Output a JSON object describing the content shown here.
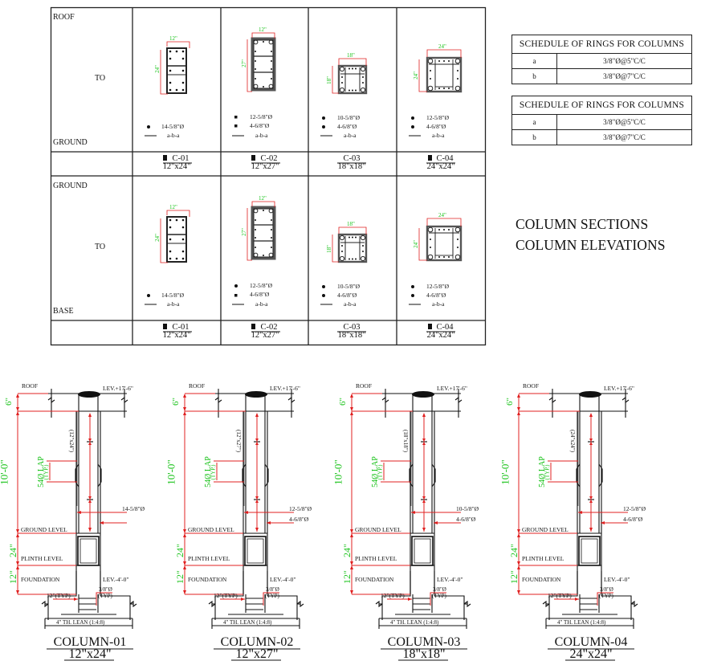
{
  "section_table": {
    "rows": [
      {
        "from": "ROOF",
        "to_label": "TO",
        "to": "GROUND",
        "columns": [
          {
            "id": "C-01",
            "size": "12\"x24\"",
            "width_dim": "12\"",
            "height_dim": "24\"",
            "legend": [
              "14-5/8\"Ø",
              "a-b-a"
            ]
          },
          {
            "id": "C-02",
            "size": "12\"x27\"",
            "width_dim": "12\"",
            "height_dim": "27\"",
            "legend": [
              "12-5/8\"Ø",
              "4-6/8\"Ø",
              "a-b-a"
            ]
          },
          {
            "id": "C-03",
            "size": "18\"x18\"",
            "width_dim": "18\"",
            "height_dim": "18\"",
            "legend": [
              "10-5/8\"Ø",
              "4-6/8\"Ø",
              "a-b-a"
            ]
          },
          {
            "id": "C-04",
            "size": "24\"x24\"",
            "width_dim": "24\"",
            "height_dim": "24\"",
            "legend": [
              "12-5/8\"Ø",
              "4-6/8\"Ø",
              "a-b-a"
            ]
          }
        ]
      },
      {
        "from": "GROUND",
        "to_label": "TO",
        "to": "BASE",
        "columns": [
          {
            "id": "C-01",
            "size": "12\"x24\"",
            "width_dim": "12\"",
            "height_dim": "24\"",
            "legend": [
              "14-5/8\"Ø",
              "a-b-a"
            ]
          },
          {
            "id": "C-02",
            "size": "12\"x27\"",
            "width_dim": "12\"",
            "height_dim": "27\"",
            "legend": [
              "12-5/8\"Ø",
              "4-6/8\"Ø",
              "a-b-a"
            ]
          },
          {
            "id": "C-03",
            "size": "18\"x18\"",
            "width_dim": "18\"",
            "height_dim": "18\"",
            "legend": [
              "10-5/8\"Ø",
              "4-6/8\"Ø",
              "a-b-a"
            ]
          },
          {
            "id": "C-04",
            "size": "24\"x24\"",
            "width_dim": "24\"",
            "height_dim": "24\"",
            "legend": [
              "12-5/8\"Ø",
              "4-6/8\"Ø",
              "a-b-a"
            ]
          }
        ]
      }
    ]
  },
  "schedules": [
    {
      "title": "SCHEDULE OF RINGS FOR COLUMNS",
      "rows": [
        {
          "key": "a",
          "value": "3/8\"Ø@5\"C/C"
        },
        {
          "key": "b",
          "value": "3/8\"Ø@7\"C/C"
        }
      ]
    },
    {
      "title": "SCHEDULE OF RINGS FOR COLUMNS",
      "rows": [
        {
          "key": "a",
          "value": "3/8\"Ø@5\"C/C"
        },
        {
          "key": "b",
          "value": "3/8\"Ø@7\"C/C"
        }
      ]
    }
  ],
  "headings": {
    "line1": "COLUMN SECTIONS",
    "line2": "COLUMN ELEVATIONS"
  },
  "elevations": [
    {
      "title": "COLUMN-01",
      "size": "12\"x24\"",
      "section_note": "(12\"x24\")",
      "bars": [
        "14-5/8\"Ø"
      ]
    },
    {
      "title": "COLUMN-02",
      "size": "12\"x27\"",
      "section_note": "(12\"x27\")",
      "bars": [
        "12-5/8\"Ø",
        "4-6/8\"Ø"
      ]
    },
    {
      "title": "COLUMN-03",
      "size": "18\"x18\"",
      "section_note": "(18\"x18\")",
      "bars": [
        "10-5/8\"Ø",
        "4-6/8\"Ø"
      ]
    },
    {
      "title": "COLUMN-04",
      "size": "24\"x24\"",
      "section_note": "(24\"x24\")",
      "bars": [
        "12-5/8\"Ø",
        "4-6/8\"Ø"
      ]
    }
  ],
  "elevation_common": {
    "roof": "ROOF",
    "roof_level": "LEV.+17'-6\"",
    "ground_level": "GROUND LEVEL",
    "plinth_level": "PLINTH LEVEL",
    "foundation": "FOUNDATION",
    "foundation_level": "LEV.-4'-0\"",
    "dim_slab": "6\"",
    "dim_height": "10'-0\"",
    "dim_plinth": "24\"",
    "dim_found": "12\"",
    "lap": "54Ø LAP",
    "lap_typ": "(TYP.)",
    "footing_left": "12\"(TYP)",
    "footing_bar": "3/8\"Ø",
    "footing_typ": "(TYP)",
    "lean": "4\" TH. LEAN (1:4:8)",
    "zone_a": "a",
    "zone_b": "b"
  },
  "colors": {
    "dimension_red": "#e02020",
    "dimension_green": "#19c219",
    "line": "#111111"
  }
}
